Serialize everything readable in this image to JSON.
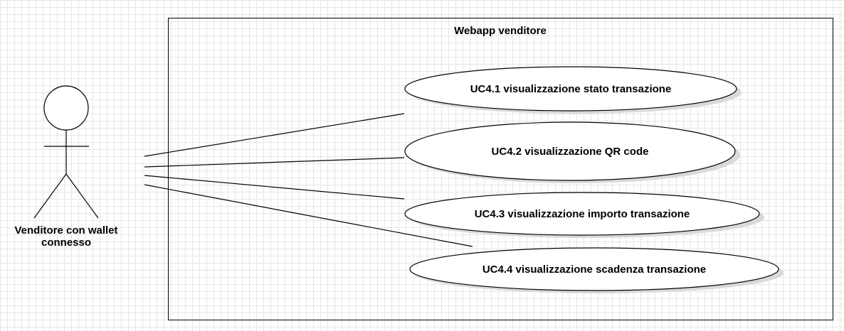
{
  "system": {
    "title": "Webapp venditore"
  },
  "actor": {
    "name": "Venditore con wallet connesso"
  },
  "use_cases": [
    {
      "id": "uc4-1",
      "label": "UC4.1 visualizzazione stato transazione"
    },
    {
      "id": "uc4-2",
      "label": "UC4.2 visualizzazione QR code"
    },
    {
      "id": "uc4-3",
      "label": "UC4.3 visualizzazione importo transazione"
    },
    {
      "id": "uc4-4",
      "label": "UC4.4 visualizzazione scadenza transazione"
    }
  ],
  "colors": {
    "stroke": "#000000",
    "shadow": "#d9d9d9",
    "fill": "#ffffff"
  }
}
